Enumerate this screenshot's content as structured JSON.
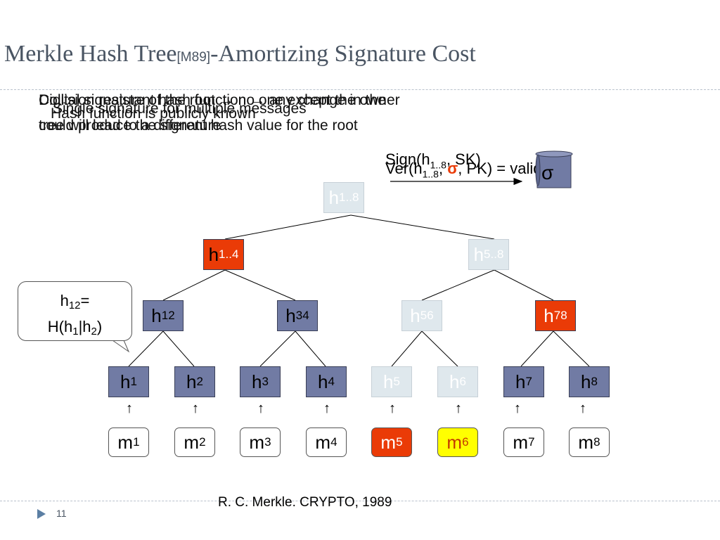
{
  "title": {
    "main": "Merkle Hash Tree",
    "cite": "[M89]",
    "rest": "-Amortizing Signature Cost"
  },
  "overlay_texts": [
    "Collision resistant hash function → any change in the",
    "Digital signature of the root → no one except the owner",
    "Single signature for multiple messages",
    "Hash function is publicly known",
    "tree will lead to a different hash value for the root",
    "could produce the signature"
  ],
  "sign_expr": {
    "pre": "Sign(h",
    "sub": "1..8",
    "post": ", SK)"
  },
  "ver_expr": {
    "pre": "Ver(h",
    "sub": "1..8",
    "mid": ", ",
    "sig": "σ",
    "post": ", PK) = valid?"
  },
  "scroll_symbol": "σ",
  "callout": {
    "line1_pre": "h",
    "line1_sub": "12",
    "line1_post": "=",
    "line2_a": "H(h",
    "line2_s1": "1",
    "line2_b": "|h",
    "line2_s2": "2",
    "line2_c": ")"
  },
  "nodes": {
    "root": {
      "base": "h",
      "sub": "1..8"
    },
    "l1": [
      {
        "base": "h",
        "sub": "1..4"
      },
      {
        "base": "h",
        "sub": "5..8"
      }
    ],
    "l2": [
      {
        "base": "h",
        "sub": "12"
      },
      {
        "base": "h",
        "sub": "34"
      },
      {
        "base": "h",
        "sub": "56"
      },
      {
        "base": "h",
        "sub": "78"
      }
    ],
    "leaves": [
      {
        "base": "h",
        "sub": "1"
      },
      {
        "base": "h",
        "sub": "2"
      },
      {
        "base": "h",
        "sub": "3"
      },
      {
        "base": "h",
        "sub": "4"
      },
      {
        "base": "h",
        "sub": "5"
      },
      {
        "base": "h",
        "sub": "6"
      },
      {
        "base": "h",
        "sub": "7"
      },
      {
        "base": "h",
        "sub": "8"
      }
    ]
  },
  "messages": [
    {
      "base": "m",
      "sub": "1"
    },
    {
      "base": "m",
      "sub": "2"
    },
    {
      "base": "m",
      "sub": "3"
    },
    {
      "base": "m",
      "sub": "4"
    },
    {
      "base": "m",
      "sub": "5"
    },
    {
      "base": "m",
      "sub": "6"
    },
    {
      "base": "m",
      "sub": "7"
    },
    {
      "base": "m",
      "sub": "8"
    }
  ],
  "arrow_glyph": "↑",
  "colors": {
    "dark_node": "#717ba4",
    "light_node": "#dfe8ed",
    "highlight": "#ea3b07",
    "yellow": "#ffff00"
  },
  "reference": "R. C. Merkle. CRYPTO, 1989",
  "page_number": "11"
}
